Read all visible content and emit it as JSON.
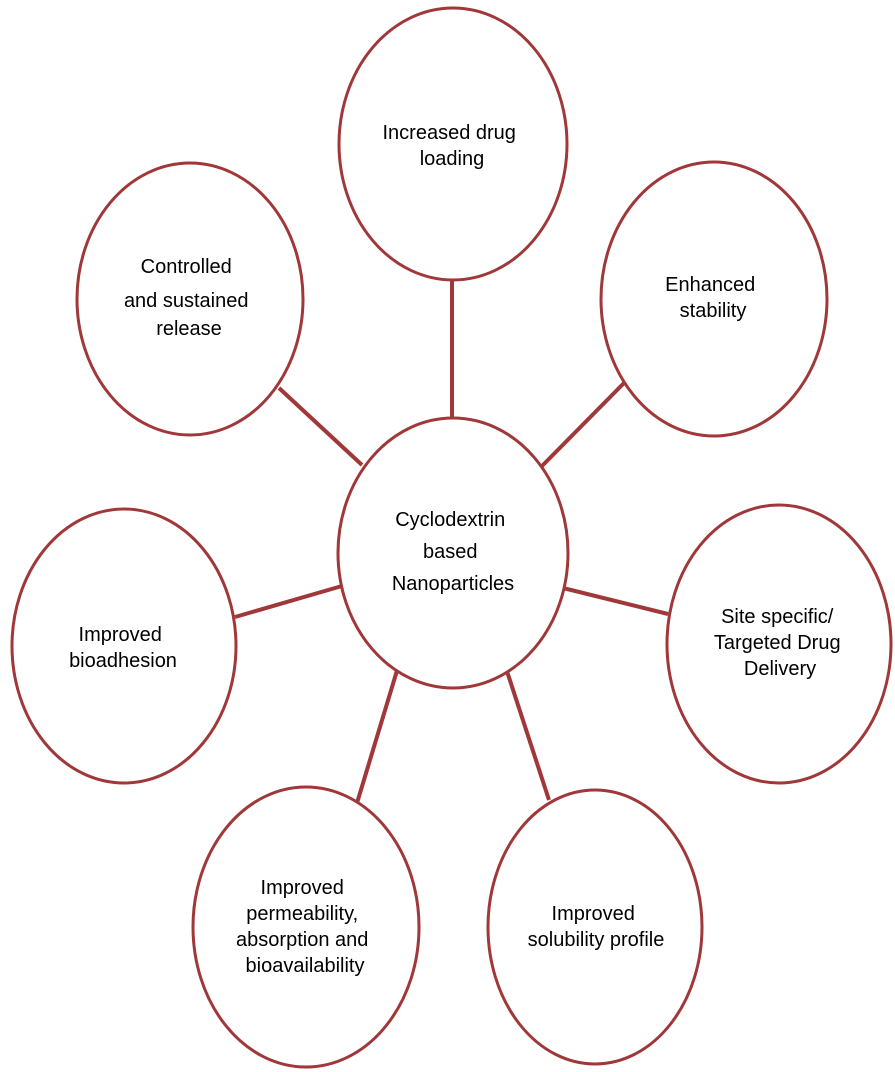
{
  "colors": {
    "stroke": "#A0383A",
    "text": "#000000",
    "background": "#FFFFFF"
  },
  "center": {
    "lines": [
      "Cyclodextrin",
      "based",
      "Nanoparticles"
    ]
  },
  "nodes": [
    {
      "id": "increased-drug-loading",
      "lines": [
        "Increased drug",
        "loading"
      ]
    },
    {
      "id": "enhanced-stability",
      "lines": [
        "Enhanced",
        "stability"
      ]
    },
    {
      "id": "site-specific-targeted-drug-delivery",
      "lines": [
        "Site specific/",
        "Targeted Drug",
        "Delivery"
      ]
    },
    {
      "id": "improved-solubility-profile",
      "lines": [
        "Improved",
        "solubility profile"
      ]
    },
    {
      "id": "improved-permeability-absorption-bioavailability",
      "lines": [
        "Improved",
        "permeability,",
        "absorption and",
        "bioavailability"
      ]
    },
    {
      "id": "improved-bioadhesion",
      "lines": [
        "Improved",
        "bioadhesion"
      ]
    },
    {
      "id": "controlled-and-sustained-release",
      "lines": [
        "Controlled",
        "and sustained",
        "release"
      ]
    }
  ]
}
